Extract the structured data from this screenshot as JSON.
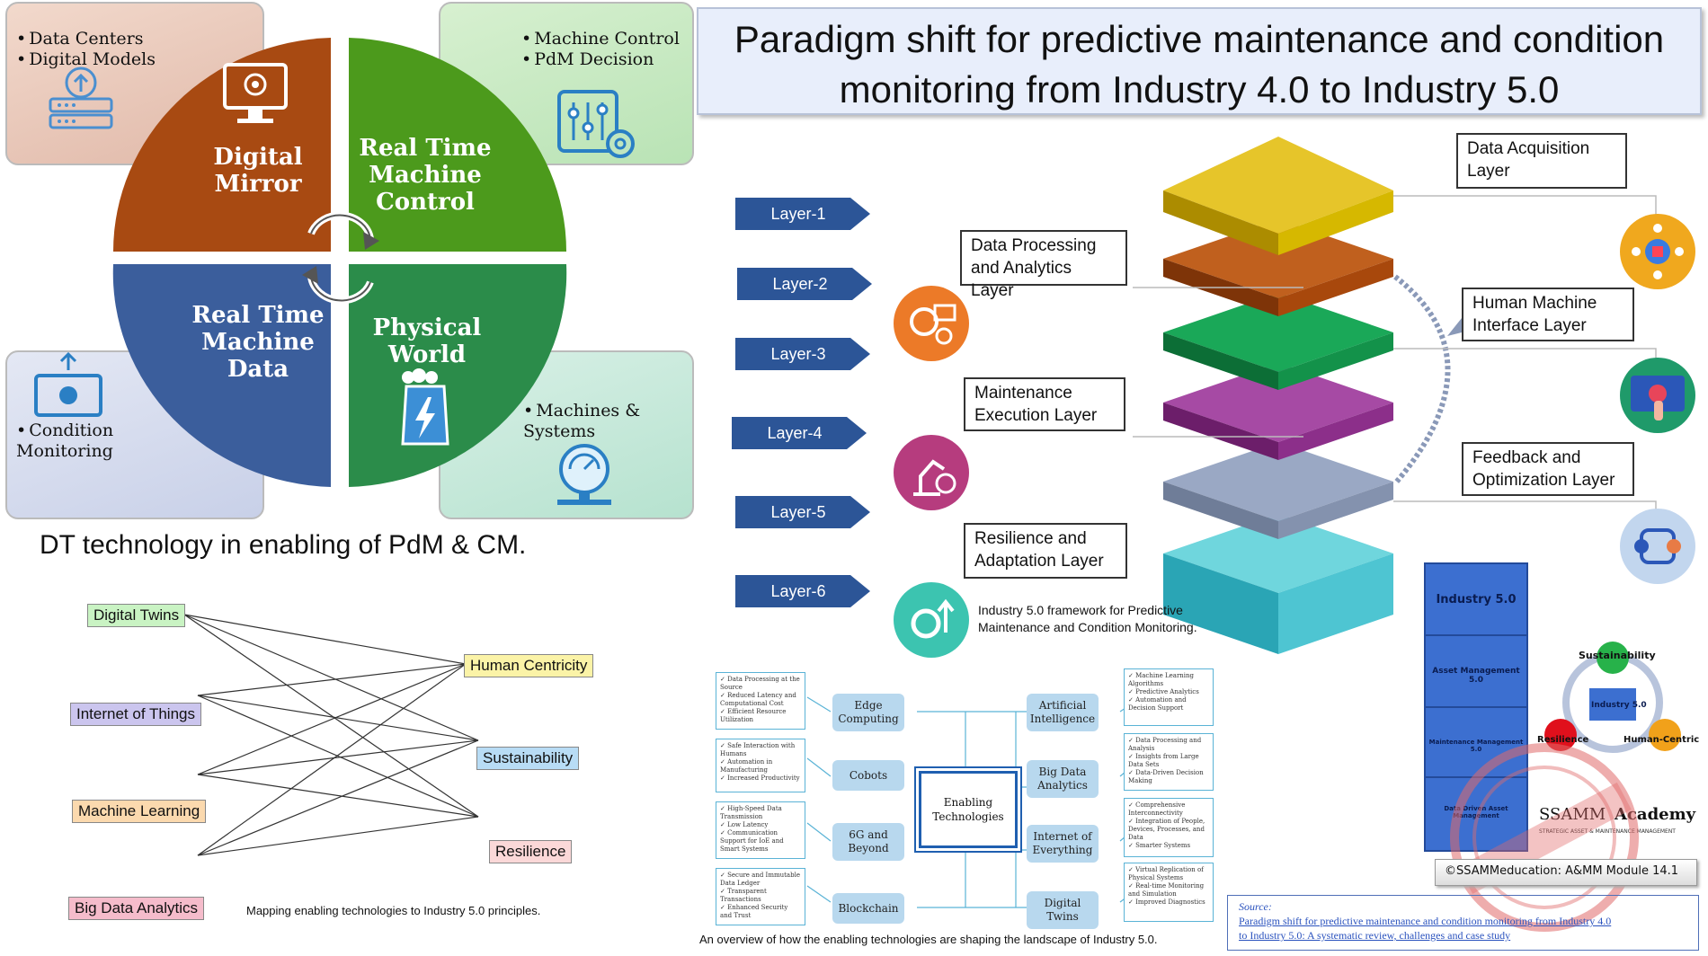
{
  "title": "Paradigm shift for predictive maintenance and condition monitoring from Industry 4.0 to Industry 5.0",
  "dt_section": {
    "caption": "DT technology in enabling of PdM & CM.",
    "quadrants": {
      "tl": "Digital Mirror",
      "tr": "Real Time Machine Control",
      "bl": "Real Time Machine Data",
      "br": "Physical World"
    },
    "corner_bullets": {
      "tl": [
        "Data Centers",
        "Digital Models"
      ],
      "tr": [
        "Machine Control",
        "PdM Decision"
      ],
      "bl": [
        "Condition Monitoring"
      ],
      "br": [
        "Machines & Systems"
      ]
    },
    "colors": {
      "brown": "#a84a12",
      "green": "#4c9a1c",
      "blue": "#3b5e9c",
      "teal": "#2b8c4a"
    }
  },
  "mapping": {
    "caption": "Mapping enabling technologies to Industry 5.0 principles.",
    "left": [
      "Digital Twins",
      "Internet of Things",
      "Machine Learning",
      "Big Data Analytics"
    ],
    "right": [
      "Human Centricity",
      "Sustainability",
      "Resilience"
    ]
  },
  "framework": {
    "layer_tags": [
      "Layer-1",
      "Layer-2",
      "Layer-3",
      "Layer-4",
      "Layer-5",
      "Layer-6"
    ],
    "layers": [
      "Data Acquisition Layer",
      "Data Processing and Analytics Layer",
      "Human Machine Interface Layer",
      "Maintenance Execution Layer",
      "Feedback and Optimization Layer",
      "Resilience and Adaptation Layer"
    ],
    "caption": "Industry 5.0 framework for Predictive Maintenance and Condition Monitoring.",
    "slab_colors": [
      "#d6b800",
      "#a8480c",
      "#13924a",
      "#8c2f8a",
      "#8090ad",
      "#3cb8c4"
    ]
  },
  "enabling": {
    "center": "Enabling Technologies",
    "caption": "An overview of how the enabling technologies are shaping the landscape of Industry 5.0.",
    "left": [
      {
        "name": "Edge Computing",
        "items": [
          "Data Processing at the Source",
          "Reduced Latency and Computational Cost",
          "Efficient Resource Utilization"
        ]
      },
      {
        "name": "Cobots",
        "items": [
          "Safe Interaction with Humans",
          "Automation in Manufacturing",
          "Increased Productivity"
        ]
      },
      {
        "name": "6G and Beyond",
        "items": [
          "High-Speed Data Transmission",
          "Low Latency",
          "Communication Support for IoE and Smart Systems"
        ]
      },
      {
        "name": "Blockchain",
        "items": [
          "Secure and Immutable Data Ledger",
          "Transparent Transactions",
          "Enhanced Security and Trust"
        ]
      }
    ],
    "right": [
      {
        "name": "Artificial Intelligence",
        "items": [
          "Machine Learning Algorithms",
          "Predictive Analytics",
          "Automation and Decision Support"
        ]
      },
      {
        "name": "Big Data Analytics",
        "items": [
          "Data Processing and Analysis",
          "Insights from Large Data Sets",
          "Data-Driven Decision Making"
        ]
      },
      {
        "name": "Internet of Everything",
        "items": [
          "Comprehensive Interconnectivity",
          "Integration of People, Devices, Processes, and Data",
          "Smarter Systems"
        ]
      },
      {
        "name": "Digital Twins",
        "items": [
          "Virtual Replication of Physical Systems",
          "Real-time Monitoring and Simulation",
          "Improved Diagnostics"
        ]
      }
    ]
  },
  "branding": {
    "stack": [
      "Industry 5.0",
      "Asset Management 5.0",
      "Maintenance Management 5.0",
      "Data Driven Asset Management"
    ],
    "venn": {
      "top": "Sustainability",
      "center": "Industry 5.0",
      "left": "Resilience",
      "right": "Human-Centric"
    },
    "academy_brand": "SSAMM",
    "academy_word": "Academy",
    "academy_sub": "STRATEGIC ASSET & MAINTENANCE MANAGEMENT",
    "credit": "©SSAMMeducation: A&MM Module 14.1"
  },
  "source": {
    "label": "Source:",
    "line1": "Paradigm shift for predictive maintenance and condition monitoring from Industry 4.0",
    "line2": "to Industry 5.0: A systematic review, challenges and case study"
  }
}
